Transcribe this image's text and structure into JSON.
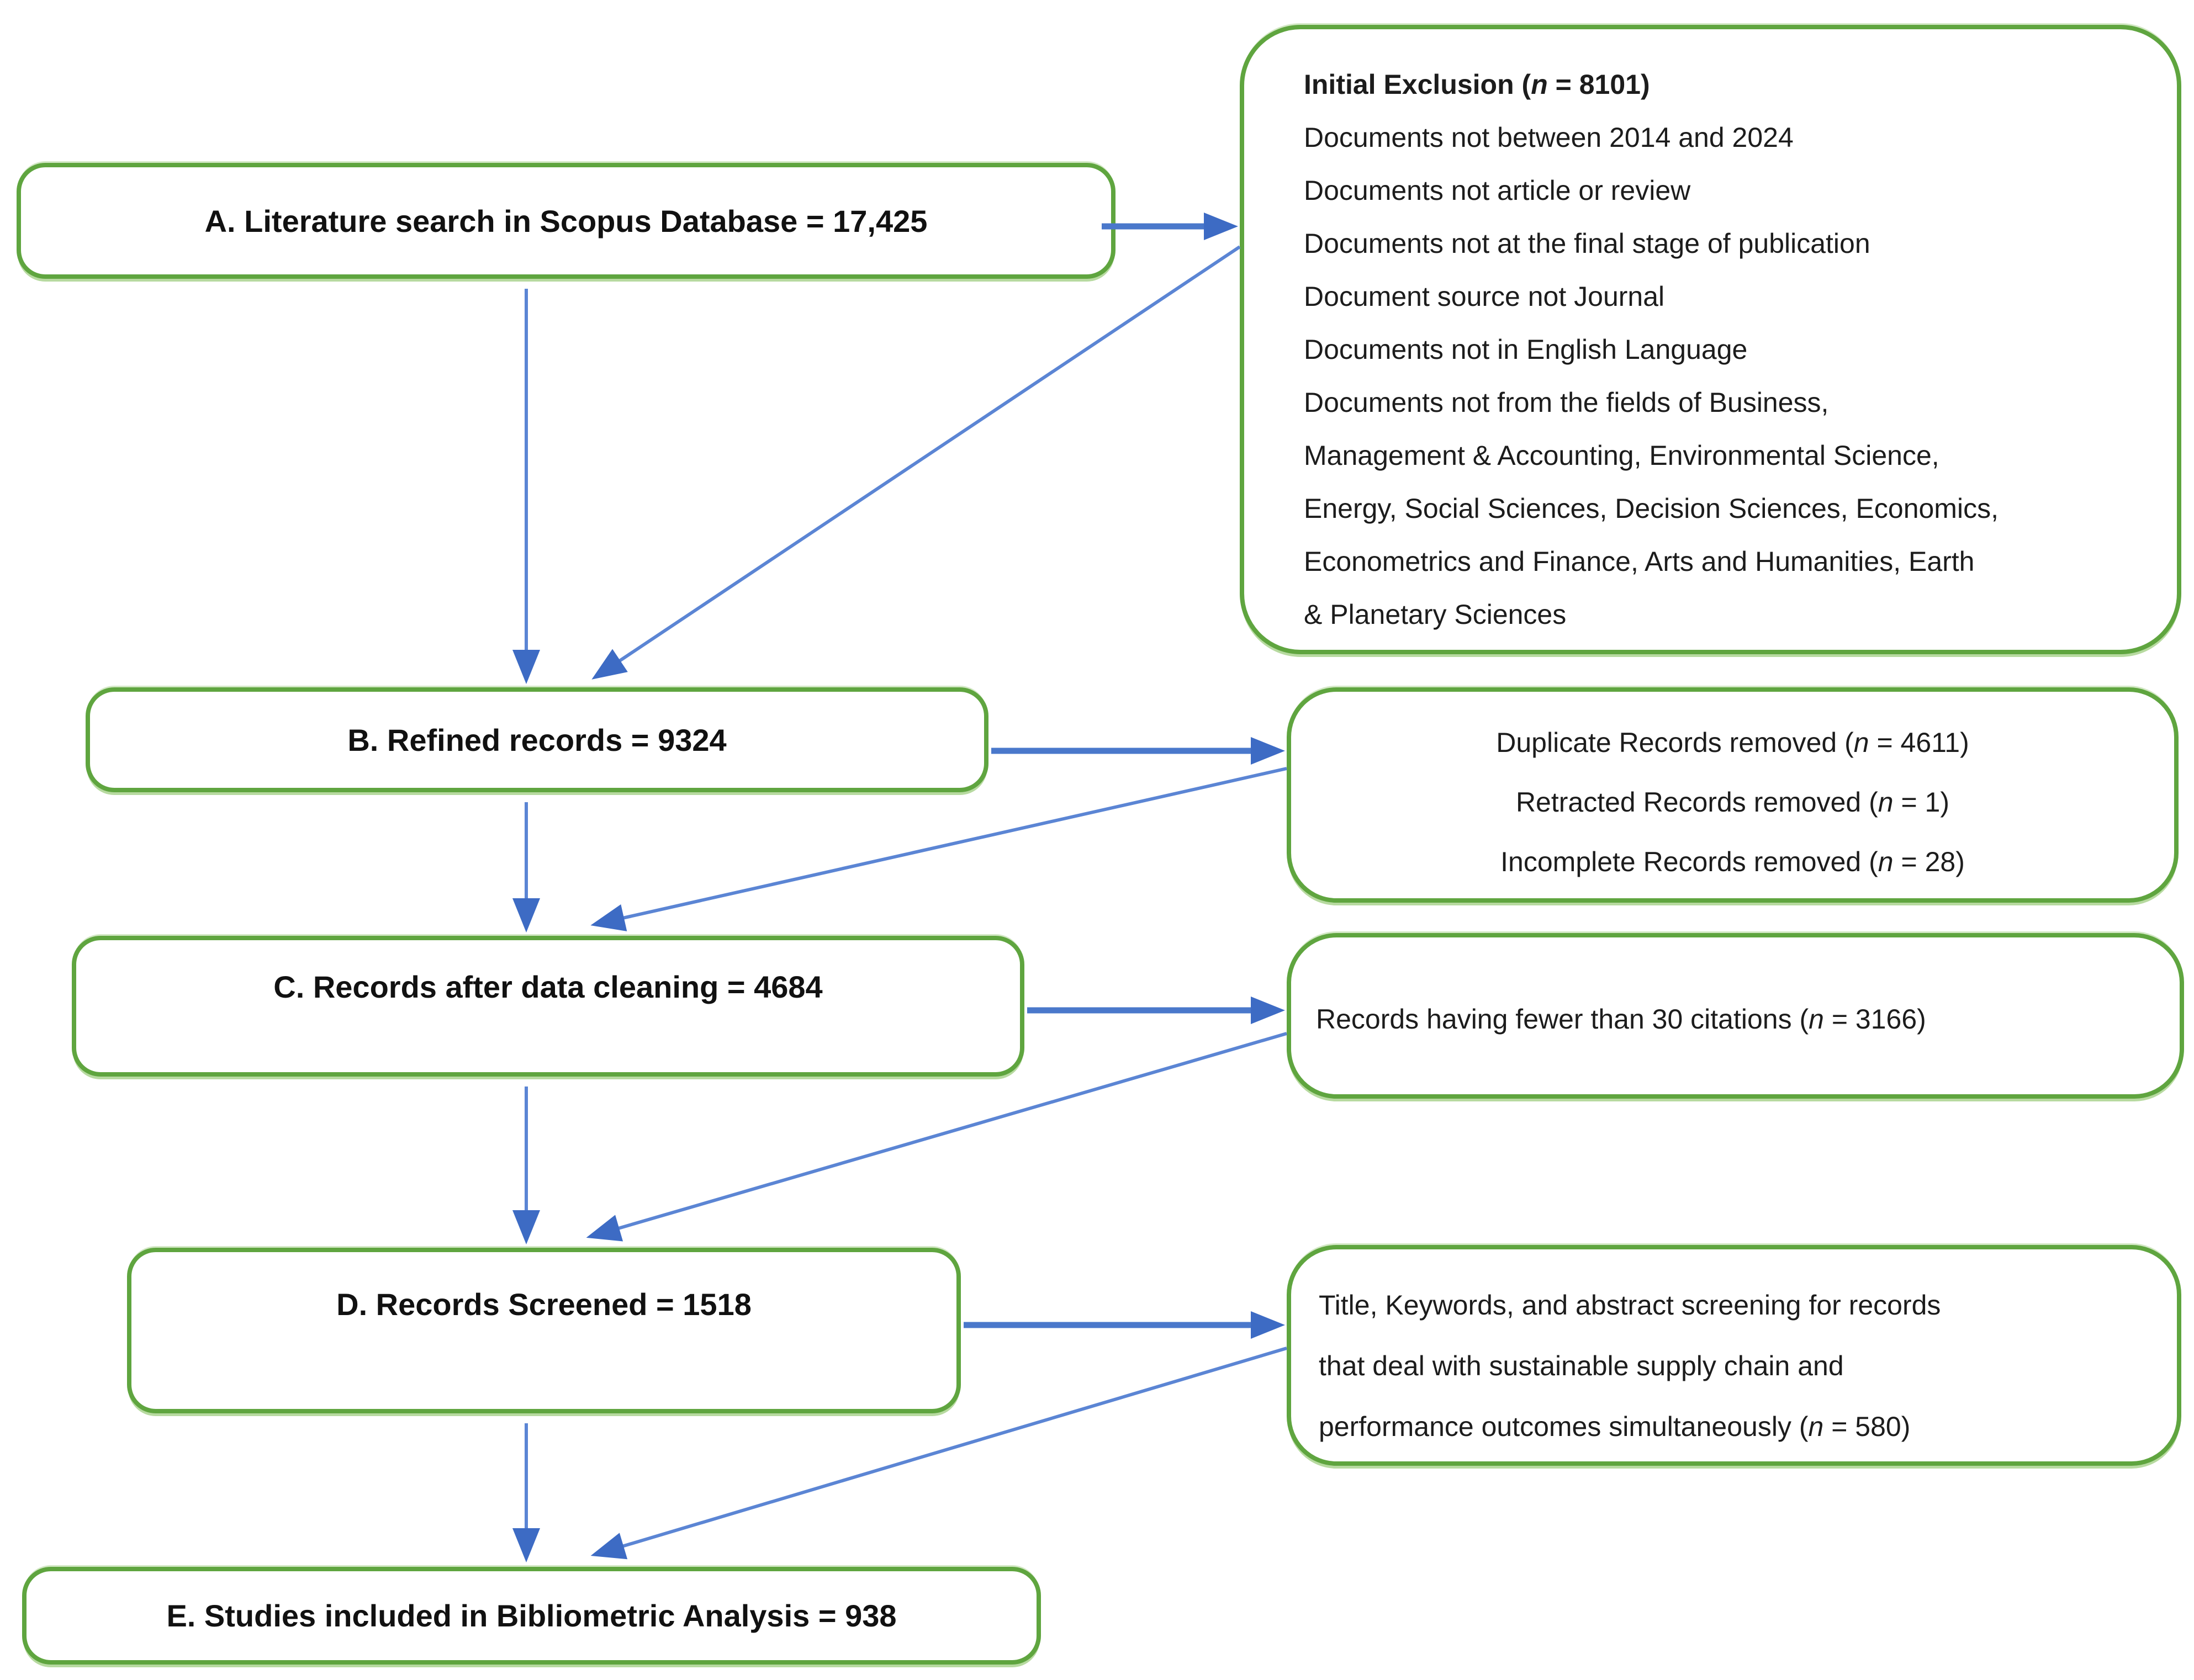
{
  "colors": {
    "box_border_green": "#5FA53F",
    "box_border_light_green": "#B7DAA0",
    "arrow_line_blue": "#5B85D4",
    "arrow_head_blue": "#3D6BC4",
    "text_color": "#1A1A1A"
  },
  "flow_boxes": [
    {
      "id": "A",
      "label": "A. Literature search in Scopus Database = 17,425"
    },
    {
      "id": "B",
      "label": "B. Refined records = 9324"
    },
    {
      "id": "C",
      "label": "C. Records after data cleaning = 4684"
    },
    {
      "id": "D",
      "label": "D. Records Screened = 1518"
    },
    {
      "id": "E",
      "label": "E. Studies included in Bibliometric Analysis = 938"
    }
  ],
  "side_boxes": [
    {
      "id": "initial-exclusion",
      "lines": [
        {
          "bold": true,
          "parts": [
            {
              "t": "Initial Exclusion ("
            },
            {
              "t": "n",
              "i": true
            },
            {
              "t": " = 8101)"
            }
          ]
        },
        {
          "parts": [
            {
              "t": "Documents not between 2014 and 2024"
            }
          ]
        },
        {
          "parts": [
            {
              "t": "Documents not article or review"
            }
          ]
        },
        {
          "parts": [
            {
              "t": "Documents not at the final stage of publication"
            }
          ]
        },
        {
          "parts": [
            {
              "t": "Document source not Journal"
            }
          ]
        },
        {
          "parts": [
            {
              "t": "Documents not in English Language"
            }
          ]
        },
        {
          "parts": [
            {
              "t": "Documents not from the fields of Business,"
            }
          ]
        },
        {
          "parts": [
            {
              "t": "Management & Accounting, Environmental Science,"
            }
          ]
        },
        {
          "parts": [
            {
              "t": "Energy, Social Sciences, Decision Sciences, Economics,"
            }
          ]
        },
        {
          "parts": [
            {
              "t": "Econometrics and Finance, Arts and Humanities, Earth"
            }
          ]
        },
        {
          "parts": [
            {
              "t": "& Planetary Sciences"
            }
          ]
        }
      ]
    },
    {
      "id": "data-cleaning-removals",
      "lines": [
        {
          "parts": [
            {
              "t": "Duplicate Records removed ("
            },
            {
              "t": "n",
              "i": true
            },
            {
              "t": " = 4611)"
            }
          ]
        },
        {
          "parts": [
            {
              "t": "Retracted Records removed ("
            },
            {
              "t": "n",
              "i": true
            },
            {
              "t": " = 1)"
            }
          ]
        },
        {
          "parts": [
            {
              "t": "Incomplete Records removed ("
            },
            {
              "t": "n",
              "i": true
            },
            {
              "t": " = 28)"
            }
          ]
        }
      ]
    },
    {
      "id": "citation-filter",
      "lines": [
        {
          "parts": [
            {
              "t": "Records having fewer than 30 citations ("
            },
            {
              "t": "n",
              "i": true
            },
            {
              "t": " = 3166)"
            }
          ]
        }
      ]
    },
    {
      "id": "screening-criteria",
      "lines": [
        {
          "parts": [
            {
              "t": "Title, Keywords, and abstract screening for records"
            }
          ]
        },
        {
          "parts": [
            {
              "t": "that deal with sustainable supply chain and"
            }
          ]
        },
        {
          "parts": [
            {
              "t": "performance outcomes simultaneously ("
            },
            {
              "t": "n",
              "i": true
            },
            {
              "t": " = 580)"
            }
          ]
        }
      ]
    }
  ]
}
